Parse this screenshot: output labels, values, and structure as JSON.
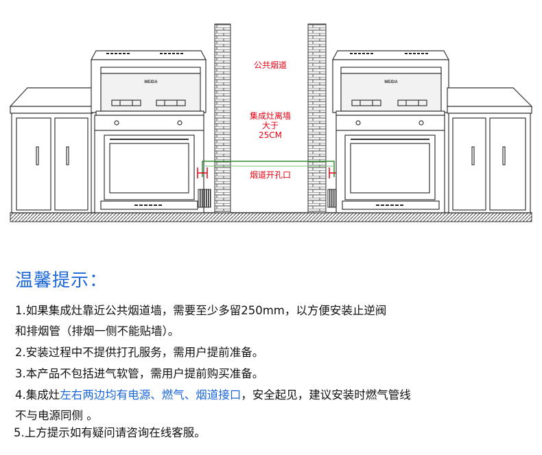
{
  "diagram": {
    "brand_left": "MEIDA",
    "brand_right": "MEIDA",
    "label_flue": "公共烟道",
    "label_distance_line1": "集成灶离墙",
    "label_distance_line2": "大于",
    "label_distance_line3": "25CM",
    "label_opening": "烟道开孔口",
    "colors": {
      "accent": "#e60012",
      "pipe": "#2e8b2e",
      "outline": "#333333"
    }
  },
  "tips": {
    "title": "温馨提示：",
    "line1": "1.如果集成灶靠近公共烟道墙，需要至少多留250mm，以方便安装止逆阀",
    "line2": "和排烟管（排烟一侧不能贴墙）。",
    "line3": "2.安装过程中不提供打孔服务，需用户提前准备。",
    "line4": "3.本产品不包括进气软管，需用户提前购买准备。",
    "line5_prefix": "4.集成灶",
    "line5_highlight": "左右两边均有电源、燃气、烟道接口",
    "line5_suffix": "，安全起见，建议安装时燃气管线",
    "line6": "不与电源同侧 。",
    "line7": "5.上方提示如有疑问请咨询在线客服。"
  }
}
